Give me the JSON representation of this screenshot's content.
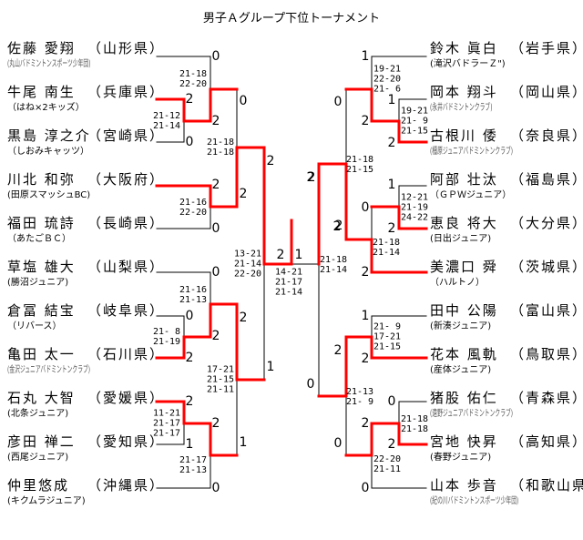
{
  "title": "男子Ａグループ下位トーナメント",
  "colors": {
    "winner_line": "#ff0000",
    "line": "#000000"
  },
  "players_left": [
    {
      "name": "佐藤 愛翔",
      "pref": "（山形県）",
      "club": "(丸山バドミントンスポーツ少年団)"
    },
    {
      "name": "牛尾 南生",
      "pref": "（兵庫県）",
      "club": "（はね×2キッズ）"
    },
    {
      "name": "黒島 淳之介",
      "pref": "（宮崎県）",
      "club": "（しおみキャッツ）"
    },
    {
      "name": "川北 和弥",
      "pref": "（大阪府）",
      "club": "(田原スマッシュBC)"
    },
    {
      "name": "福田 琉詩",
      "pref": "（長崎県）",
      "club": "（あたごＢＣ）"
    },
    {
      "name": "草塩 雄大",
      "pref": "（山梨県）",
      "club": "(勝沼ジュニア)"
    },
    {
      "name": "倉冨 結宝",
      "pref": "（岐阜県）",
      "club": "（リバース）"
    },
    {
      "name": "亀田 太一",
      "pref": "（石川県）",
      "club": "(金沢ジュニアバドミントンクラブ)"
    },
    {
      "name": "石丸 大智",
      "pref": "（愛媛県）",
      "club": "(北条ジュニア)"
    },
    {
      "name": "彦田 禅二",
      "pref": "（愛知県）",
      "club": "(西尾ジュニア)"
    },
    {
      "name": "仲里悠成",
      "pref": "（沖縄県）",
      "club": "(キクムラジュニア)"
    }
  ],
  "players_right": [
    {
      "name": "鈴木 眞白",
      "pref": "（岩手県）",
      "club": "(滝沢バドラーＺ\")"
    },
    {
      "name": "岡本 翔斗",
      "pref": "（岡山県）",
      "club": "(永井バドミントンクラブ)"
    },
    {
      "name": "古根川 倭",
      "pref": "（奈良県）",
      "club": "(橿原ジュニアバドミントンクラブ)"
    },
    {
      "name": "阿部 壮汰",
      "pref": "（福島県）",
      "club": "（ＧＰＷジュニア）"
    },
    {
      "name": "恵良 将大",
      "pref": "（大分県）",
      "club": "(日出ジュニア)"
    },
    {
      "name": "美濃口 舜",
      "pref": "（茨城県）",
      "club": "（ハルトノ）"
    },
    {
      "name": "田中 公陽",
      "pref": "（富山県）",
      "club": "(新湊ジュニア)"
    },
    {
      "name": "花本 風軌",
      "pref": "（鳥取県）",
      "club": "(産体ジュニア)"
    },
    {
      "name": "猪股 佑仁",
      "pref": "（青森県）",
      "club": "(遠野ジュニアバドミントンクラブ)"
    },
    {
      "name": "宮地 快昇",
      "pref": "（高知県）",
      "club": "(春野ジュニア)"
    },
    {
      "name": "山本 歩音",
      "pref": "（和歌山県）",
      "club": "(紀の川バドミントンスポーツ少年団)"
    }
  ],
  "game_counts": [
    "0",
    "2",
    "0",
    "0",
    "2",
    "2",
    "2",
    "0",
    "2",
    "0",
    "0",
    "2",
    "2",
    "1",
    "2",
    "2",
    "1",
    "1",
    "0",
    "2",
    "1",
    "2",
    "1",
    "1",
    "0",
    "2",
    "2",
    "1",
    "0",
    "2",
    "2",
    "0",
    "2",
    "1",
    "2",
    "2",
    "0",
    "0",
    "2",
    "0",
    "2",
    "0",
    "2",
    "0"
  ],
  "scores": [
    "21-18\n22-20",
    "21-12\n21-14",
    "21-18\n21-18",
    "21-16\n22-20",
    "13-21\n21-14\n22-20",
    "21-16\n21-13",
    "21- 8\n21-19",
    "17-21\n21-15\n21-11",
    "11-21\n21-17\n21-17",
    "21-17\n21-13",
    "14-21\n21-17\n21-14",
    "21-18\n21-14",
    "19-21\n22-20\n21- 6",
    "19-21\n21- 9\n21-15",
    "21-18\n21-15",
    "12-21\n21-19\n24-22",
    "21-18\n21-14",
    "21- 9\n17-21\n21-15",
    "21-13\n21- 9",
    "21-18\n21-18",
    "22-20\n21-11"
  ]
}
